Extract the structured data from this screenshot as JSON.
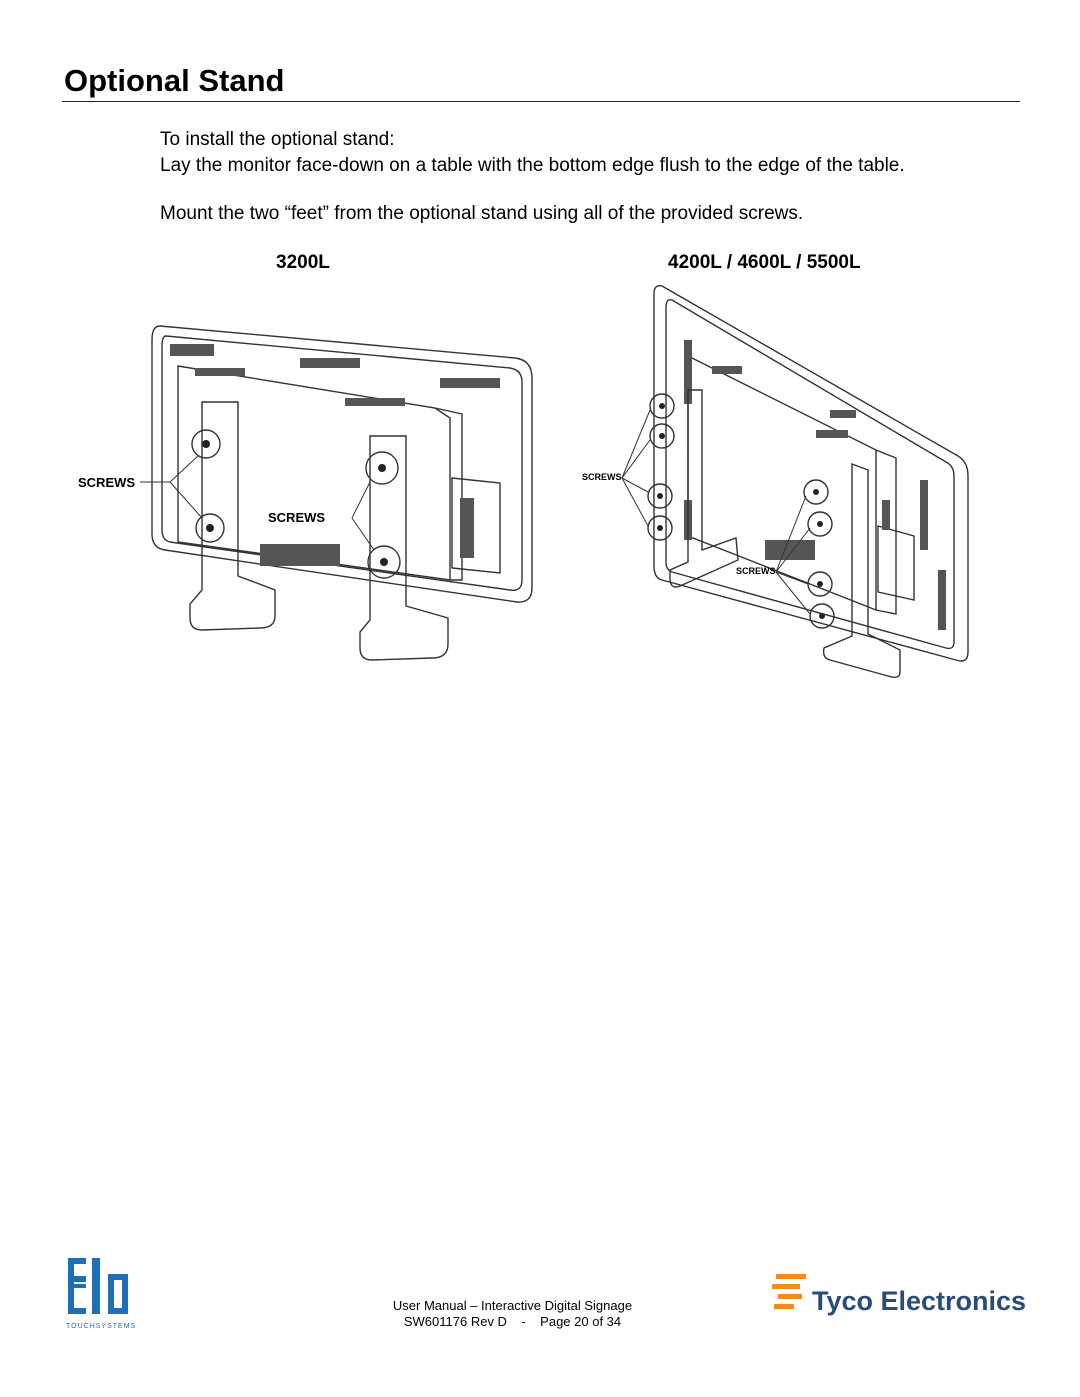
{
  "page": {
    "title": "Optional Stand",
    "intro": "To install the optional stand:",
    "step1": "Lay the monitor face-down on a table with the bottom edge flush to the edge of the table.",
    "step2": "Mount the two “feet” from the optional stand using all of the provided screws."
  },
  "figures": {
    "left_model": "3200L",
    "right_model": "4200L / 4600L / 5500L",
    "left_callout_outer": "SCREWS",
    "left_callout_inner": "SCREWS",
    "right_callout_upper": "SCREWS",
    "right_callout_lower": "SCREWS"
  },
  "footer": {
    "line1": "User Manual – Interactive Digital Signage",
    "line2": "SW601176 Rev D    -    Page 20 of 34",
    "elo_logo_text": "elo",
    "elo_tagline": "TOUCHSYSTEMS",
    "tyco_logo_text": "Tyco Electronics",
    "tyco_color": "#f28c1c"
  }
}
